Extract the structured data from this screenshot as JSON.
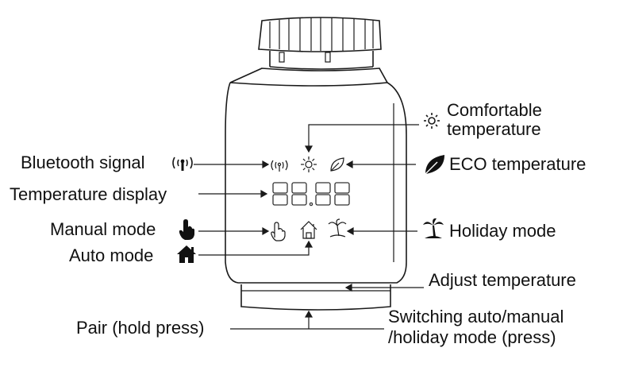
{
  "labels": {
    "comfort_line1": "Comfortable",
    "comfort_line2": "temperature",
    "bluetooth": "Bluetooth signal",
    "eco": "ECO temperature",
    "temp_display": "Temperature display",
    "manual": "Manual mode",
    "holiday": "Holiday mode",
    "auto": "Auto mode",
    "adjust": "Adjust temperature",
    "pair": "Pair (hold press)",
    "switch_line1": "Switching auto/manual",
    "switch_line2": "/holiday mode (press)"
  },
  "icons": [
    "sun-icon",
    "bluetooth-signal-icon",
    "leaf-icon",
    "hand-icon",
    "house-icon",
    "palm-tree-icon"
  ],
  "colors": {
    "ink": "#111111",
    "body": "#ffffff"
  }
}
